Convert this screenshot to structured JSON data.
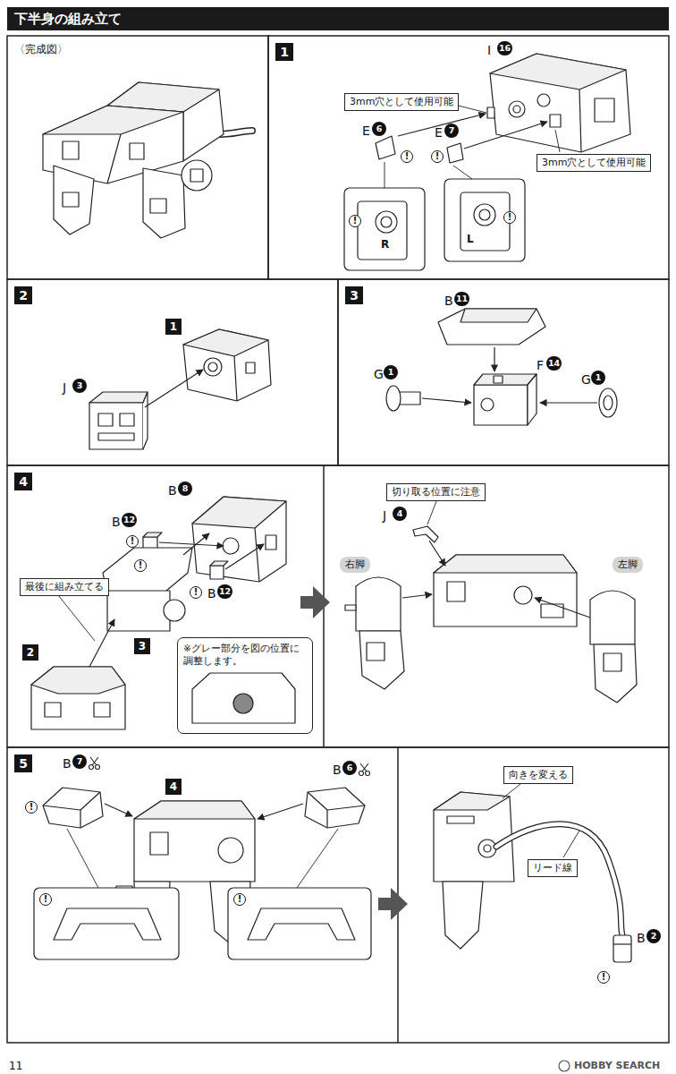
{
  "diagram": {
    "title": "下半身の組み立て",
    "nodes": [
      {
        "text": [
          "1"
        ]
      },
      {
        "text": [
          "3mm穴として使用可能"
        ]
      },
      {
        "text": [
          "3mm穴として使用可能"
        ]
      },
      {
        "text": [
          "2"
        ]
      },
      {
        "text": [
          "1"
        ]
      },
      {
        "text": [
          "3"
        ]
      },
      {
        "text": [
          "4"
        ]
      },
      {
        "text": [
          "最後に組み立てる"
        ]
      },
      {
        "text": [
          "2"
        ]
      },
      {
        "text": [
          "3"
        ]
      },
      {
        "text": [
          "※グレー部分を図の位置に調整します。"
        ]
      },
      {
        "text": [
          "切り取る位置に注意"
        ]
      },
      {
        "text": [
          "右脚"
        ]
      },
      {
        "text": [
          "左脚"
        ]
      },
      {
        "text": [
          "5"
        ]
      },
      {
        "text": [
          "4"
        ]
      },
      {
        "text": [
          "向きを変える"
        ]
      },
      {
        "text": [
          "リード線"
        ]
      }
    ],
    "labels": [
      "〈完成図〉",
      "I",
      "16",
      "E",
      "6",
      "E",
      "7",
      "!",
      "!",
      "R",
      "!",
      "L",
      "!",
      "J",
      "3",
      "B",
      "11",
      "G",
      "1",
      "F",
      "14",
      "G",
      "1",
      "B",
      "8",
      "B",
      "12",
      "!",
      "!",
      "B",
      "12",
      "!",
      "J",
      "4",
      "B",
      "7",
      "!",
      "B",
      "6",
      "!",
      "!",
      "B",
      "2",
      "!",
      "11",
      "HOBBY SEARCH"
    ]
  }
}
